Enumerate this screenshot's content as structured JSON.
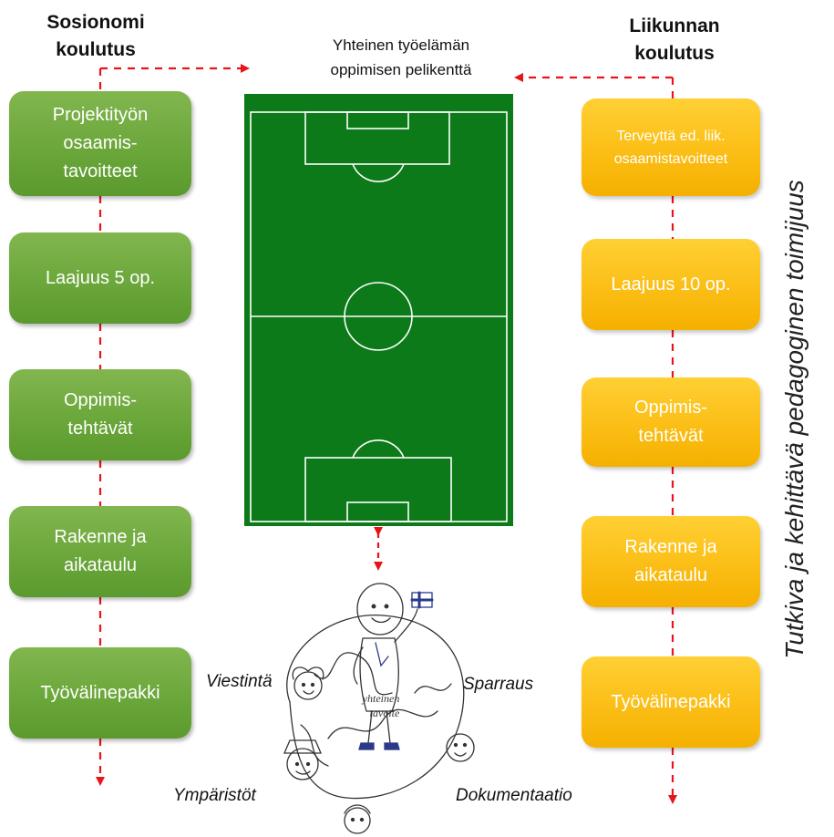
{
  "left_column": {
    "header": [
      "Sosionomi",
      "koulutus"
    ],
    "boxes": [
      [
        "Projektityön",
        "osaamis-",
        "tavoitteet"
      ],
      [
        "Laajuus 5 op."
      ],
      [
        "Oppimis-",
        "tehtävät"
      ],
      [
        "Rakenne ja",
        "aikataulu"
      ],
      [
        "Työvälinepakki"
      ]
    ]
  },
  "right_column": {
    "header": [
      "Liikunnan",
      "koulutus"
    ],
    "boxes": [
      [
        "Terveyttä ed. liik.",
        "osaamistavoitteet"
      ],
      [
        "Laajuus 10 op."
      ],
      [
        "Oppimis-",
        "tehtävät"
      ],
      [
        "Rakenne ja",
        "aikataulu"
      ],
      [
        "Työvälinepakki"
      ]
    ]
  },
  "field": {
    "title": [
      "Yhteinen työelämän",
      "oppimisen pelikenttä"
    ]
  },
  "illustration": {
    "center_text": [
      "yhteinen",
      "tavoite"
    ],
    "themes": {
      "viestinta": "Viestintä",
      "sparraus": "Sparraus",
      "ymparistot": "Ympäristöt",
      "dokumentaatio": "Dokumentaatio"
    }
  },
  "side_label": "Tutkiva ja kehittävä pedagoginen toimijuus",
  "colors": {
    "green": "#6ba73b",
    "orange": "#fbbe16",
    "pitch": "#0c7a19",
    "arrow": "#e8141c"
  }
}
